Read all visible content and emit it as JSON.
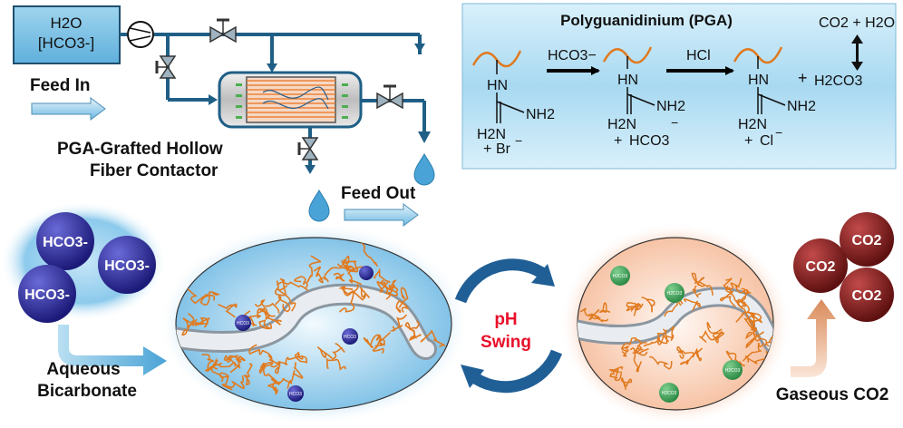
{
  "colors": {
    "pipe": "#1f5f86",
    "polymer": "#e07a1f",
    "bicarbonate": "#2b2a9a",
    "co2": "#8a1e1e",
    "h2co3": "#3a9a55",
    "ph_swing": "#e8102a",
    "cycle": "#1f5f96",
    "blue_panel": "#bfe3f5",
    "tank": "#7ec3e4"
  },
  "process": {
    "tank_line1": "H2O",
    "tank_line2": "[HCO3-]",
    "feed_in": "Feed In",
    "contactor_line1": "PGA-Grafted Hollow",
    "contactor_line2": "Fiber Contactor",
    "feed_out": "Feed Out"
  },
  "chemistry": {
    "title": "Polyguanidinium (PGA)",
    "reagent1": "HCO3−",
    "reagent2": "HCl",
    "products": "CO2 + H2O",
    "acid": "H2CO3",
    "plus": "+",
    "hn": "HN",
    "nh2": "NH2",
    "h2n": "H2N",
    "anion1": "Br",
    "anion2": "HCO3",
    "anion3": "Cl"
  },
  "bottom": {
    "bicarbonate_ion": "HCO3-",
    "aqueous_line1": "Aqueous",
    "aqueous_line2": "Bicarbonate",
    "ph_line1": "pH",
    "ph_line2": "Swing",
    "co2_molecule": "CO2",
    "gaseous": "Gaseous CO2",
    "small_hco3": "HCO3",
    "small_h2co3": "H2CO3"
  }
}
